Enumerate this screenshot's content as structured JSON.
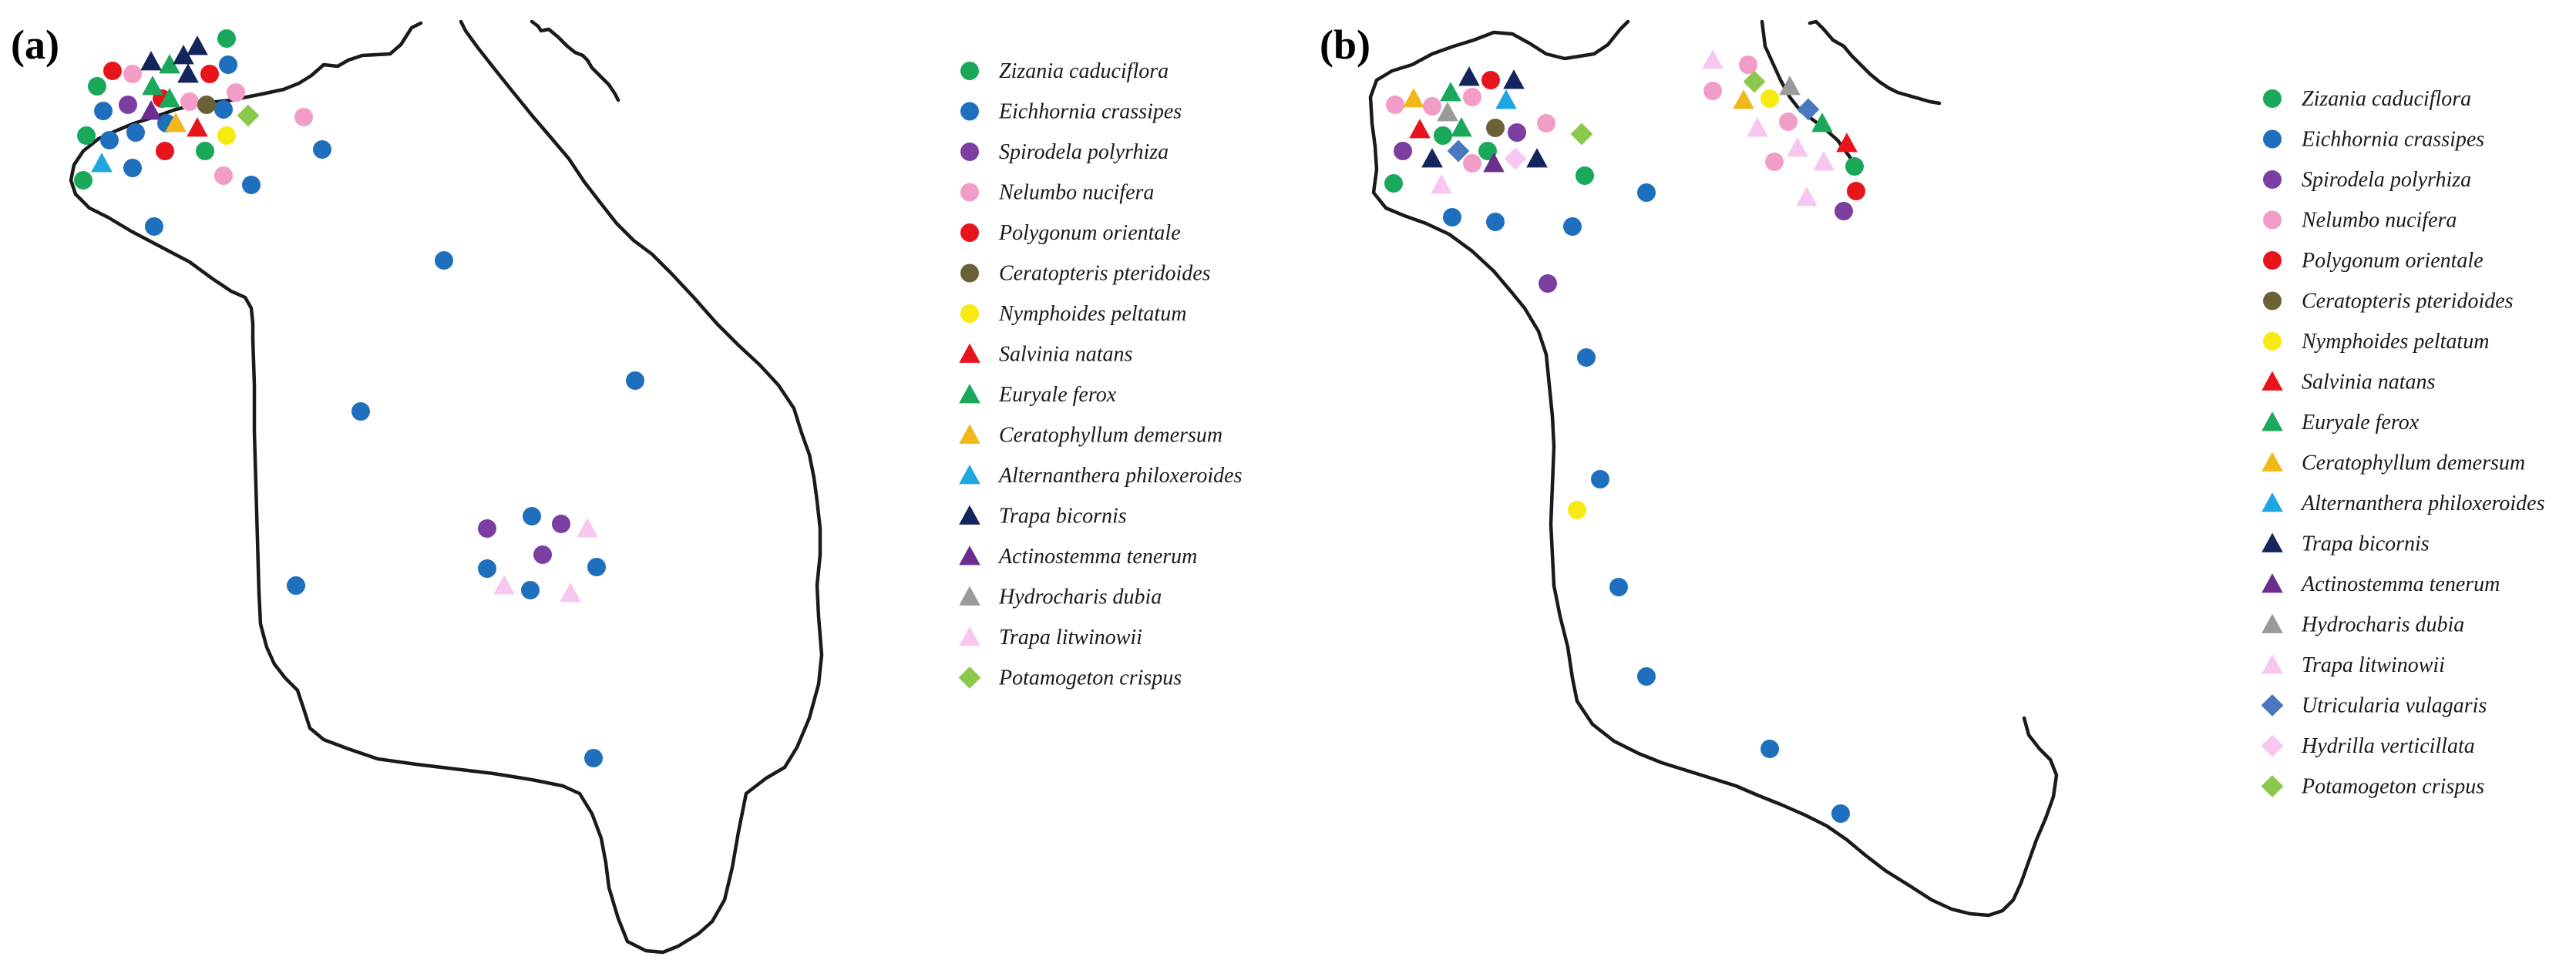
{
  "panels": [
    {
      "label": "(a)",
      "legend": [
        {
          "name": "Zizania caduciflora",
          "shape": "circle",
          "color": "#1aa85a"
        },
        {
          "name": "Eichhornia crassipes",
          "shape": "circle",
          "color": "#1f6fbf"
        },
        {
          "name": "Spirodela polyrhiza",
          "shape": "circle",
          "color": "#7a3fa0"
        },
        {
          "name": "Nelumbo nucifera",
          "shape": "circle",
          "color": "#f29cc8"
        },
        {
          "name": "Polygonum orientale",
          "shape": "circle",
          "color": "#e8141c"
        },
        {
          "name": "Ceratopteris pteridoides",
          "shape": "circle",
          "color": "#6b6136"
        },
        {
          "name": "Nymphoides peltatum",
          "shape": "circle",
          "color": "#f6ea10"
        },
        {
          "name": "Salvinia natans",
          "shape": "triangle",
          "color": "#e8141c"
        },
        {
          "name": "Euryale ferox",
          "shape": "triangle",
          "color": "#1aa85a"
        },
        {
          "name": "Ceratophyllum demersum",
          "shape": "triangle",
          "color": "#f2b81a"
        },
        {
          "name": "Alternanthera philoxeroides",
          "shape": "triangle",
          "color": "#1ea6e0"
        },
        {
          "name": "Trapa bicornis",
          "shape": "triangle",
          "color": "#14245c"
        },
        {
          "name": "Actinostemma tenerum",
          "shape": "triangle",
          "color": "#6b2d8e"
        },
        {
          "name": "Hydrocharis dubia",
          "shape": "triangle",
          "color": "#9a9a9a"
        },
        {
          "name": "Trapa litwinowii",
          "shape": "triangle",
          "color": "#f7c7ef"
        },
        {
          "name": "Potamogeton crispus",
          "shape": "diamond",
          "color": "#8cc84b"
        }
      ]
    },
    {
      "label": "(b)",
      "legend": [
        {
          "name": "Zizania caduciflora",
          "shape": "circle",
          "color": "#1aa85a"
        },
        {
          "name": "Eichhornia crassipes",
          "shape": "circle",
          "color": "#1f6fbf"
        },
        {
          "name": "Spirodela polyrhiza",
          "shape": "circle",
          "color": "#7a3fa0"
        },
        {
          "name": "Nelumbo nucifera",
          "shape": "circle",
          "color": "#f29cc8"
        },
        {
          "name": "Polygonum orientale",
          "shape": "circle",
          "color": "#e8141c"
        },
        {
          "name": "Ceratopteris pteridoides",
          "shape": "circle",
          "color": "#6b6136"
        },
        {
          "name": "Nymphoides peltatum",
          "shape": "circle",
          "color": "#f6ea10"
        },
        {
          "name": "Salvinia natans",
          "shape": "triangle",
          "color": "#e8141c"
        },
        {
          "name": "Euryale ferox",
          "shape": "triangle",
          "color": "#1aa85a"
        },
        {
          "name": "Ceratophyllum demersum",
          "shape": "triangle",
          "color": "#f2b81a"
        },
        {
          "name": "Alternanthera philoxeroides",
          "shape": "triangle",
          "color": "#1ea6e0"
        },
        {
          "name": "Trapa bicornis",
          "shape": "triangle",
          "color": "#14245c"
        },
        {
          "name": "Actinostemma tenerum",
          "shape": "triangle",
          "color": "#6b2d8e"
        },
        {
          "name": "Hydrocharis dubia",
          "shape": "triangle",
          "color": "#9a9a9a"
        },
        {
          "name": "Trapa litwinowii",
          "shape": "triangle",
          "color": "#f7c7ef"
        },
        {
          "name": "Utricularia vulagaris",
          "shape": "diamond",
          "color": "#4a78c0"
        },
        {
          "name": "Hydrilla verticillata",
          "shape": "diamond",
          "color": "#f7c7ef"
        },
        {
          "name": "Potamogeton crispus",
          "shape": "diamond",
          "color": "#8cc84b"
        }
      ]
    }
  ]
}
